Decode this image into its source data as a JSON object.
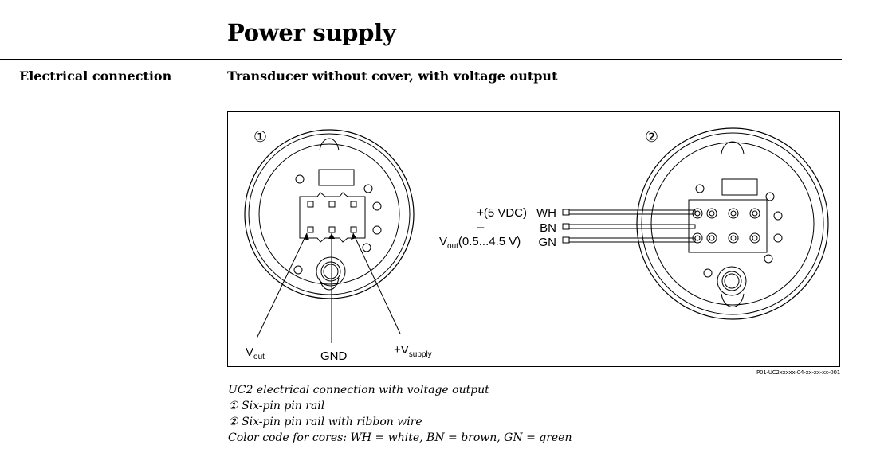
{
  "page": {
    "section_title": "Power supply",
    "side_label": "Electrical connection",
    "sub_title": "Transducer without cover, with voltage output"
  },
  "figure": {
    "marker_1": "①",
    "marker_2": "②",
    "label_vout": "V",
    "label_vout_sub": "out",
    "label_gnd": "GND",
    "label_vsupply": "+V",
    "label_vsupply_sub": "supply",
    "wire_wh_desc": "+(5 VDC)",
    "wire_wh_code": "WH",
    "wire_bn_desc": "–",
    "wire_bn_code": "BN",
    "wire_gn_desc_v": "V",
    "wire_gn_desc_sub": "out",
    "wire_gn_desc_range": "(0.5...4.5 V)",
    "wire_gn_code": "GN",
    "figure_id": "P01-UC2xxxxx-04-xx-xx-xx-001"
  },
  "caption": {
    "title": "UC2 electrical connection with voltage output",
    "item_1": "① Six-pin pin rail",
    "item_2": "② Six-pin pin rail with ribbon wire",
    "color_code": "Color code for cores: WH = white, BN = brown, GN = green"
  }
}
